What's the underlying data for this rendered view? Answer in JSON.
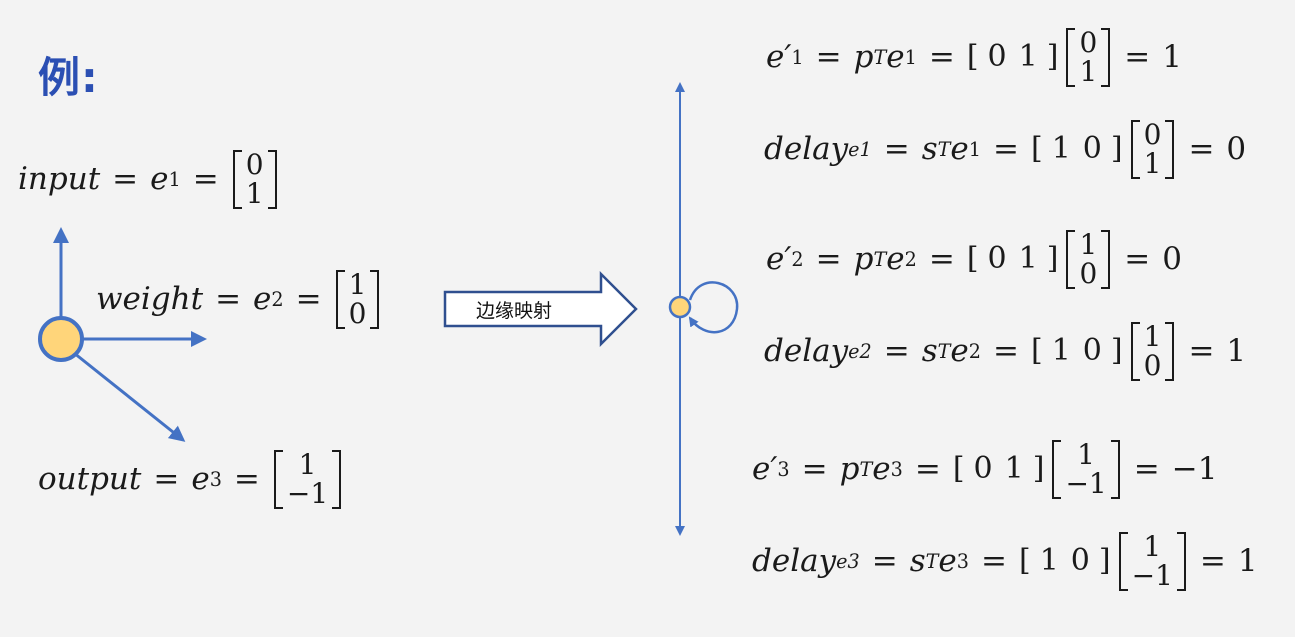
{
  "title": "例:",
  "arrow_label": "边缘映射",
  "left": {
    "input": {
      "name": "input",
      "vec": [
        "0",
        "1"
      ]
    },
    "weight": {
      "name": "weight",
      "vec": [
        "1",
        "0"
      ]
    },
    "output": {
      "name": "output",
      "vec": [
        "1",
        "−1"
      ]
    }
  },
  "right": [
    {
      "lhs": "e′",
      "lhs_sub": "1",
      "proj": "p",
      "esub": "1",
      "row": [
        "0",
        "1"
      ],
      "col": [
        "0",
        "1"
      ],
      "result": "1"
    },
    {
      "lhs": "delay",
      "lhs_sub": "e1",
      "proj": "s",
      "esub": "1",
      "row": [
        "1",
        "0"
      ],
      "col": [
        "0",
        "1"
      ],
      "result": "0"
    },
    {
      "lhs": "e′",
      "lhs_sub": "2",
      "proj": "p",
      "esub": "2",
      "row": [
        "0",
        "1"
      ],
      "col": [
        "1",
        "0"
      ],
      "result": "0"
    },
    {
      "lhs": "delay",
      "lhs_sub": "e2",
      "proj": "s",
      "esub": "2",
      "row": [
        "1",
        "0"
      ],
      "col": [
        "1",
        "0"
      ],
      "result": "1"
    },
    {
      "lhs": "e′",
      "lhs_sub": "3",
      "proj": "p",
      "esub": "3",
      "row": [
        "0",
        "1"
      ],
      "col": [
        "1",
        "−1"
      ],
      "result": "−1"
    },
    {
      "lhs": "delay",
      "lhs_sub": "e3",
      "proj": "s",
      "esub": "3",
      "row": [
        "1",
        "0"
      ],
      "col": [
        "1",
        "−1"
      ],
      "result": "1"
    }
  ],
  "symbols": {
    "e": "e",
    "T": "T",
    "eq": "="
  },
  "colors": {
    "accent": "#4472c4",
    "node_fill": "#ffd57a",
    "title": "#2b4fb3"
  }
}
